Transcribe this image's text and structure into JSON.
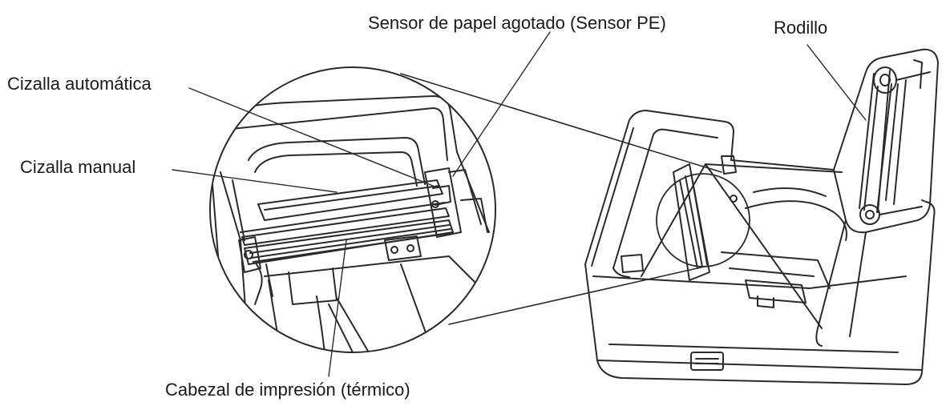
{
  "labels": {
    "pe_sensor": "Sensor de papel agotado (Sensor PE)",
    "roller": "Rodillo",
    "auto_cutter": "Cizalla automática",
    "manual_cutter": "Cizalla manual",
    "print_head": "Cabezal de impresión (térmico)"
  },
  "colors": {
    "line": "#2a2a2a",
    "printer_body": "#ffffff",
    "shadow": "#d9d9d9"
  }
}
